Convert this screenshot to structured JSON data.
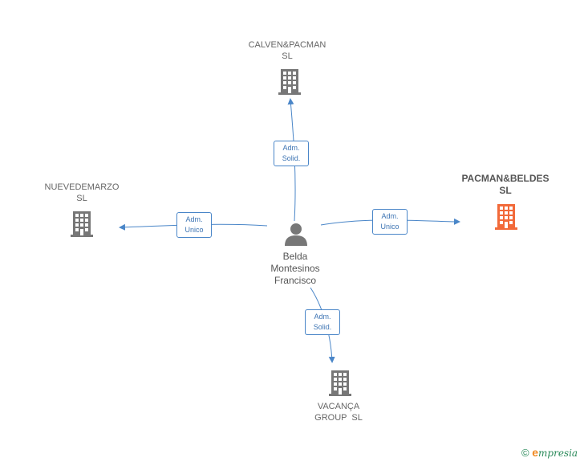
{
  "diagram": {
    "person": {
      "name_lines": [
        "Belda",
        "Montesinos",
        "Francisco"
      ]
    },
    "companies": {
      "calven": {
        "lines": [
          "CALVEN&PACMAN",
          "SL"
        ]
      },
      "nueve": {
        "lines": [
          "NUEVEDEMARZO",
          "SL"
        ]
      },
      "pacman": {
        "lines": [
          "PACMAN&BELDES",
          "SL"
        ]
      },
      "vacanca": {
        "lines": [
          "VACANÇA",
          "GROUP  SL"
        ]
      }
    },
    "edges": {
      "to_calven": {
        "lines": [
          "Adm.",
          "Solid."
        ]
      },
      "to_nueve": {
        "lines": [
          "Adm.",
          "Unico"
        ]
      },
      "to_pacman": {
        "lines": [
          "Adm.",
          "Unico"
        ]
      },
      "to_vacanca": {
        "lines": [
          "Adm.",
          "Solid."
        ]
      }
    },
    "colors": {
      "edge": "#4a86c8",
      "company": "#777777",
      "focus_company": "#f26a3a",
      "person": "#777777"
    }
  },
  "footer": {
    "copyright_symbol": "©",
    "brand_first": "e",
    "brand_rest": "mpresia"
  }
}
